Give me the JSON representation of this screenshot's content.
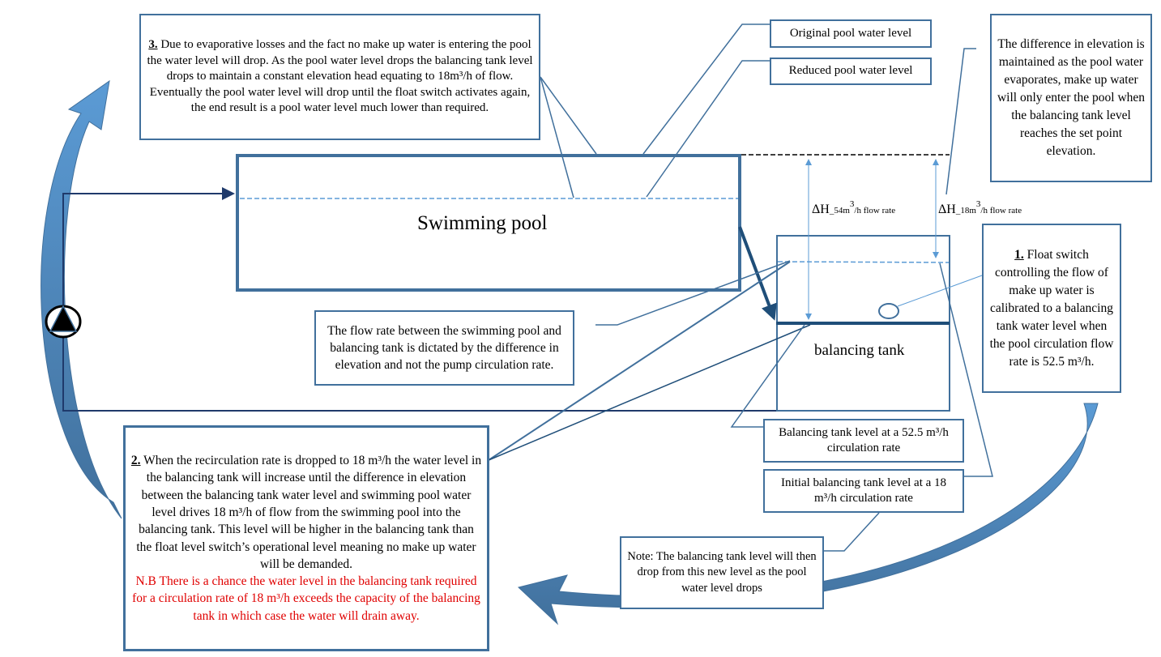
{
  "notes": {
    "step3": {
      "number": "3.",
      "text": " Due to evaporative losses and the fact no make up water is entering the pool the water level will drop. As the pool water level drops the balancing tank level drops to maintain a constant elevation head equating to 18m³/h of flow. Eventually the pool water level will drop until the float switch activates again, the end result is a pool water level much lower than required."
    },
    "original_level": "Original pool water level",
    "reduced_level": "Reduced pool water level",
    "elevation_note": "The difference in elevation is maintained as the pool water evaporates, make up water will only enter the pool when the balancing tank level reaches the set point elevation.",
    "step1": {
      "number": "1.",
      "text": " Float switch controlling the flow of make up water is calibrated to a balancing tank water level when the pool circulation flow rate is 52.5 m³/h."
    },
    "flow_rate_note": "The flow rate between the swimming pool and balancing tank is dictated by the difference in elevation and not the pump circulation rate.",
    "step2": {
      "number": "2.",
      "text": " When the recirculation rate is dropped to 18 m³/h the water level in the balancing tank will increase until the difference in elevation between the balancing tank water level and swimming pool water level drives 18 m³/h of flow from the swimming pool into the balancing tank. This level will be higher in the balancing tank than the float level switch’s operational level meaning no make up water will be demanded.",
      "warning": "N.B There is a chance the water level in the balancing tank required for a circulation rate of 18 m³/h exceeds the capacity of the balancing tank in which case the water will drain away."
    },
    "tank_level_52": "Balancing tank level at  a 52.5 m³/h circulation rate",
    "tank_level_18": "Initial balancing tank level at a 18 m³/h circulation rate",
    "drop_note": "Note: The balancing tank level will then drop from this new level as the pool water level drops"
  },
  "labels": {
    "pool": "Swimming pool",
    "tank": "balancing tank",
    "dh54": {
      "main": "ΔH",
      "sub": "_54m",
      "sup": "3",
      "tail": "/h flow rate"
    },
    "dh18": {
      "main": "ΔH",
      "sub": "_18m",
      "sup": "3",
      "tail": "/h flow rate"
    }
  },
  "colors": {
    "outline": "#41709c",
    "dark": "#1f4e79",
    "light": "#5b9bd5",
    "warning": "#e00000"
  }
}
